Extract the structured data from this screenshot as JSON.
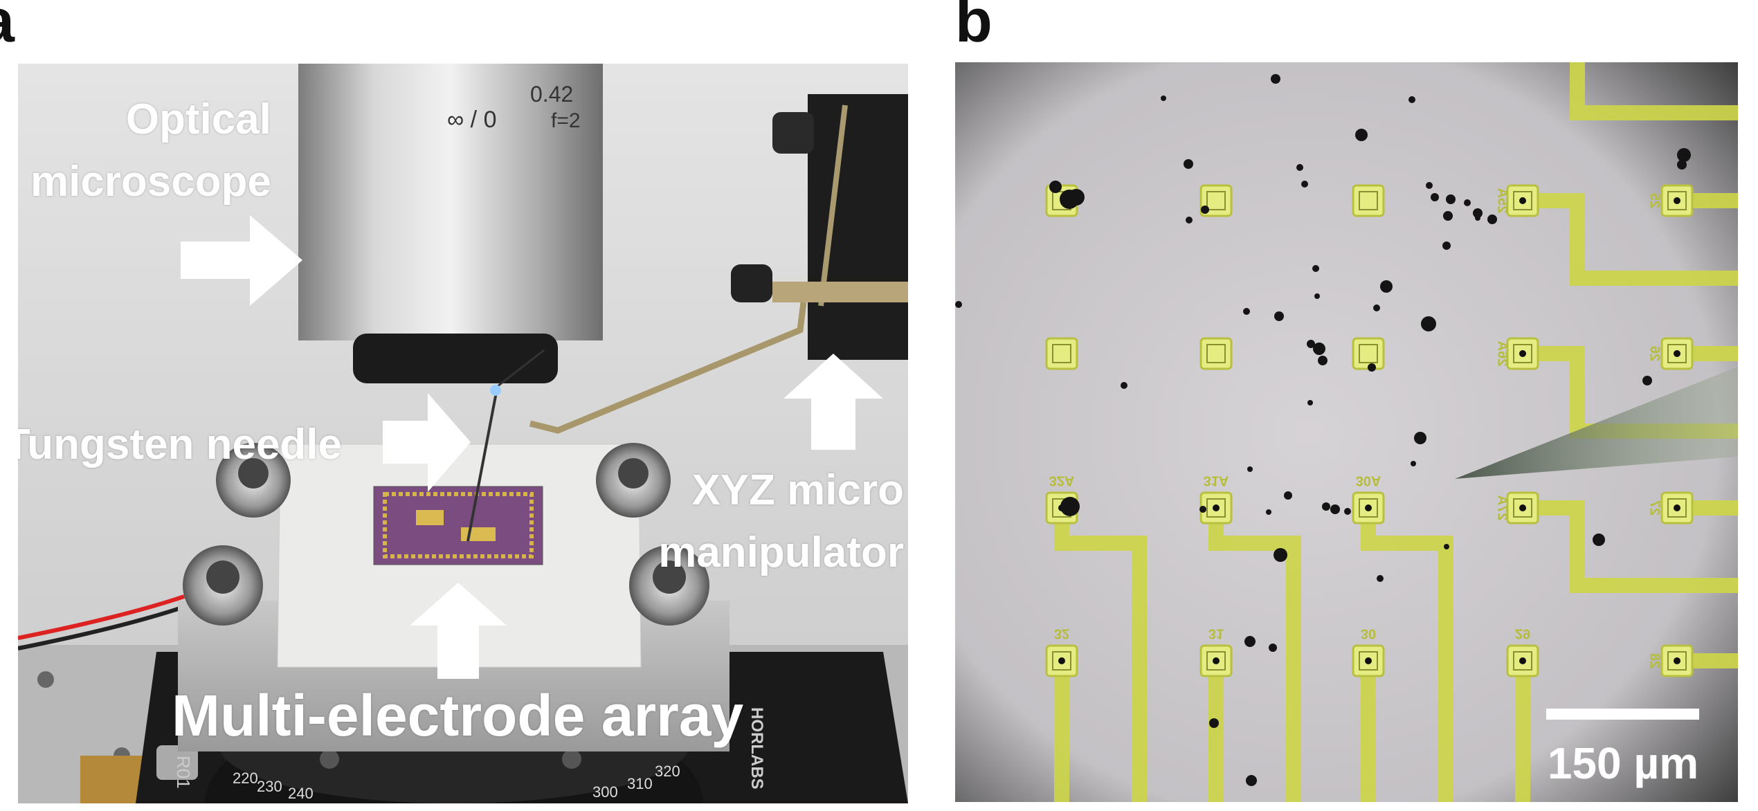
{
  "figure": {
    "panels": [
      {
        "label": "a",
        "annotations": {
          "optical_line1": "Optical",
          "optical_line2": "microscope",
          "needle": "Tungsten needle",
          "xyz_line1": "XYZ micro",
          "xyz_line2": "manipulator",
          "mea": "Multi-electrode array"
        },
        "photo_text": {
          "objective_na": "0.42",
          "objective_inf": "∞ / 0",
          "objective_f": "f=2",
          "stage_model": "R01",
          "brand": "HORLABS",
          "dial": [
            "220",
            "230",
            "240",
            "300",
            "310",
            "320"
          ]
        }
      },
      {
        "label": "b",
        "scale_bar": {
          "text": "150 µm",
          "length_um": 150
        },
        "pad_labels": [
          "25A",
          "25",
          "26A",
          "26",
          "27A",
          "27",
          "32A",
          "31A",
          "30A",
          "32",
          "31",
          "30",
          "29",
          "28"
        ]
      }
    ],
    "colors": {
      "electrode": "#d8e06a",
      "trace": "#cdd54a",
      "background_b": "#cbc8cc",
      "arrow": "#ffffff"
    }
  }
}
